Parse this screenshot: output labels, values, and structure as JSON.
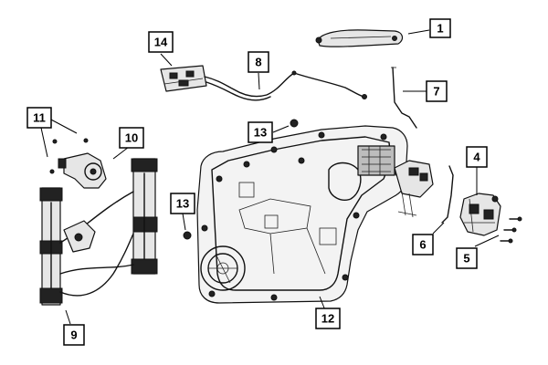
{
  "diagram": {
    "callouts": [
      {
        "id": "1",
        "label": "1"
      },
      {
        "id": "4",
        "label": "4"
      },
      {
        "id": "5",
        "label": "5"
      },
      {
        "id": "6",
        "label": "6"
      },
      {
        "id": "7",
        "label": "7"
      },
      {
        "id": "8",
        "label": "8"
      },
      {
        "id": "9",
        "label": "9"
      },
      {
        "id": "10",
        "label": "10"
      },
      {
        "id": "11",
        "label": "11"
      },
      {
        "id": "12",
        "label": "12"
      },
      {
        "id": "13a",
        "label": "13"
      },
      {
        "id": "13b",
        "label": "13"
      },
      {
        "id": "14",
        "label": "14"
      }
    ],
    "colors": {
      "line": "#000000",
      "background": "#ffffff"
    }
  }
}
